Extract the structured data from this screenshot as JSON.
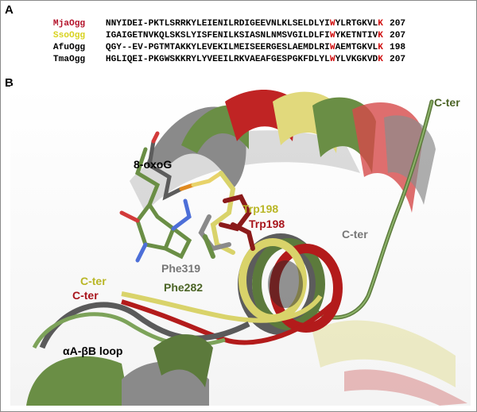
{
  "panel_a": {
    "label": "A",
    "rows": [
      {
        "name": "MjaOgg",
        "name_color": "#b3122a",
        "prefix": "NNYIDEI-PKTLSRRKYLEIENILRDIGEEVNLKLSELDLYI",
        "hl1": "W",
        "middle": "YLRTGKVL",
        "hl2": "K",
        "number": "207"
      },
      {
        "name": "SsoOgg",
        "name_color": "#d8d21e",
        "prefix": "IGAIGETNVKQLSKSLYISFENILKSIASNLNMSVGILDLFI",
        "hl1": "W",
        "middle": "YKETNTIV",
        "hl2": "K",
        "number": "207"
      },
      {
        "name": "AfuOgg",
        "name_color": "#000000",
        "prefix": "QGY--EV-PGTMTAKKYLEVEKILMEISEERGESLAEMDLRI",
        "hl1": "W",
        "middle": "AEMTGKVL",
        "hl2": "K",
        "number": "198"
      },
      {
        "name": "TmaOgg",
        "name_color": "#000000",
        "prefix": "HGLIQEI-PKGWSKKRYLYVEEILRKVAEAFGESPGKFDLYL",
        "hl1": "W",
        "middle": "YLVKGKVD",
        "hl2": "K",
        "number": "207"
      }
    ]
  },
  "panel_b": {
    "label": "B",
    "labels": {
      "oxog": "8-oxoG",
      "trp_yellow": "Trp198",
      "trp_red": "Trp198",
      "cter_grey": "C-ter",
      "cter_green": "C-ter",
      "cter_yellow": "C-ter",
      "cter_red": "C-ter",
      "phe319": "Phe319",
      "phe282": "Phe282",
      "loop": "αA-βB loop"
    }
  },
  "colors": {
    "red": "#b31b1b",
    "yellow": "#d9d36a",
    "green": "#5c7a3c",
    "grey": "#707070",
    "label_yellow": "#b9b626",
    "label_red": "#a8151c",
    "label_grey": "#777777",
    "label_green": "#4b6425"
  }
}
